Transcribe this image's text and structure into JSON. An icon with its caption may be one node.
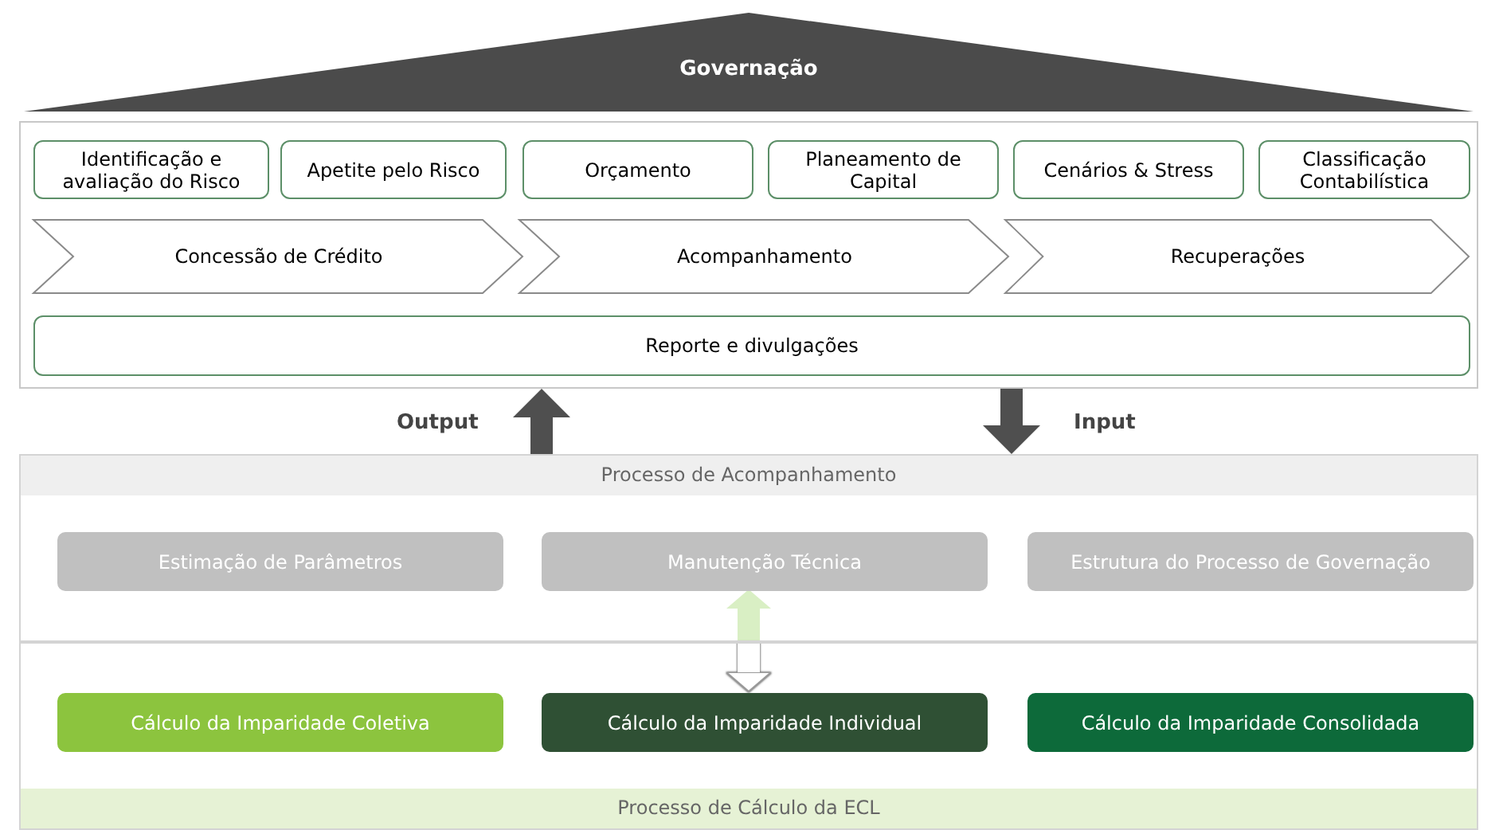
{
  "diagram": {
    "nodes": [
      {
        "text": [
          "Governação"
        ]
      },
      {
        "text": [],
        "shape": "box"
      },
      {
        "text": [
          "Identificação e avaliação do Risco"
        ],
        "in": 1
      },
      {
        "text": [
          "Apetite pelo Risco"
        ],
        "in": 1
      },
      {
        "text": [
          "Orçamento"
        ],
        "in": 1
      },
      {
        "text": [
          "Planeamento de Capital"
        ],
        "in": 1
      },
      {
        "text": [
          "Cenários & Stress"
        ],
        "in": 1
      },
      {
        "text": [
          "Classificação Contabilística"
        ],
        "in": 1
      },
      {
        "text": [
          "Concessão de Crédito"
        ],
        "in": 1
      },
      {
        "text": [
          "Acompanhamento"
        ],
        "in": 1
      },
      {
        "text": [
          "Recuperações"
        ],
        "in": 1
      },
      {
        "text": [
          "Reporte e divulgações"
        ],
        "in": 1
      },
      {
        "text": [
          "Processo de Acompanhamento"
        ]
      },
      {
        "text": [
          "Estimação de Parâmetros"
        ],
        "in": 12
      },
      {
        "text": [
          "Manutenção Técnica"
        ],
        "in": 12
      },
      {
        "text": [
          "Estrutura do Processo de Governação"
        ],
        "in": 12
      },
      {
        "text": [
          "Processo de Cálculo da ECL"
        ]
      },
      {
        "text": [
          "Cálculo da Imparidade Coletiva"
        ],
        "in": 16
      },
      {
        "text": [
          "Cálculo da Imparidade Individual"
        ],
        "in": 16
      },
      {
        "text": [
          "Cálculo da Imparidade Consolidada"
        ],
        "in": 16
      }
    ],
    "edges": [
      {
        "from": 12,
        "to": 1,
        "arrow": "to",
        "label": "Output"
      },
      {
        "from": 1,
        "to": 12,
        "arrow": "to",
        "label": "Input"
      },
      {
        "from": 16,
        "to": 14,
        "arrow": "to",
        "color": "#d9efc4"
      },
      {
        "from": 12,
        "to": 18,
        "arrow": "to",
        "color": "#ffffff"
      }
    ]
  }
}
